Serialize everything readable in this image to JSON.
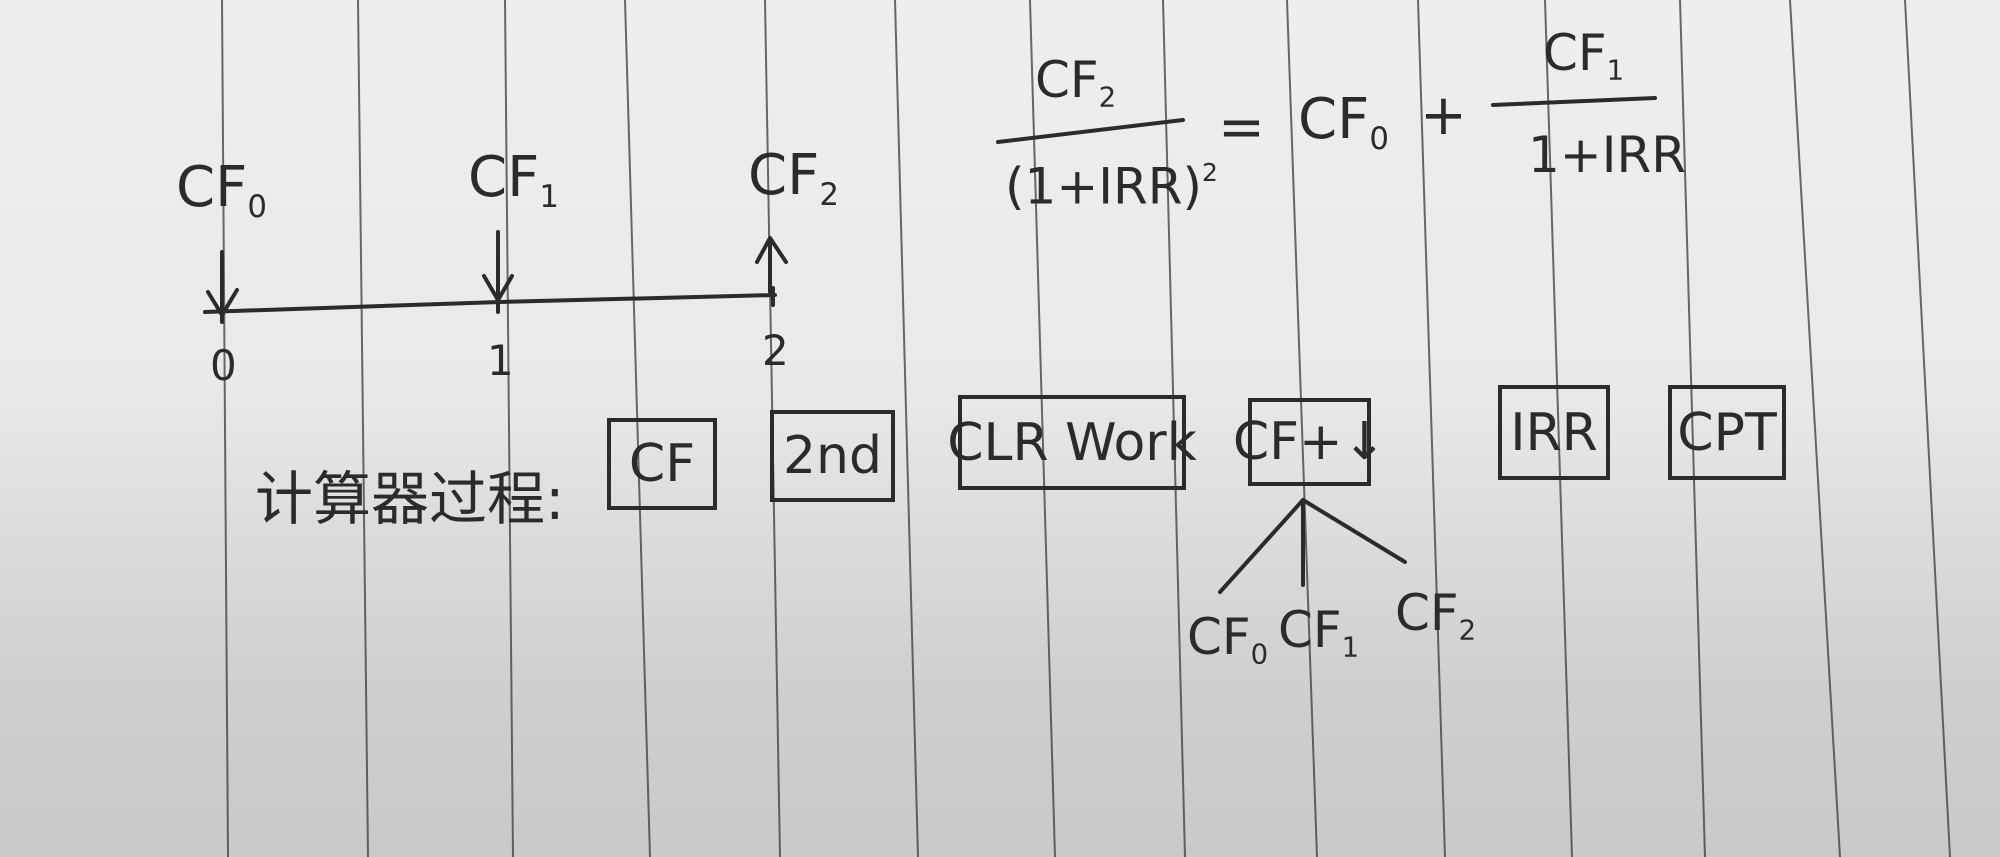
{
  "timeline": {
    "flows": [
      {
        "label": "CF",
        "sub": "0"
      },
      {
        "label": "CF",
        "sub": "1"
      },
      {
        "label": "CF",
        "sub": "2"
      }
    ],
    "periods": [
      "0",
      "1",
      "2"
    ]
  },
  "equation": {
    "lhs_num": "CF",
    "lhs_num_sub": "2",
    "lhs_den": "(1+IRR)",
    "lhs_den_exp": "2",
    "equals": "=",
    "rhs_term": "CF",
    "rhs_term_sub": "0",
    "plus": "+",
    "rhs_num": "CF",
    "rhs_num_sub": "1",
    "rhs_den": "1+IRR"
  },
  "process": {
    "label": "计算器过程:",
    "keys": [
      "CF",
      "2nd",
      "CLR Work",
      "CF+↓",
      "IRR",
      "CPT"
    ],
    "branches": [
      {
        "label": "CF",
        "sub": "0"
      },
      {
        "label": "CF",
        "sub": "1"
      },
      {
        "label": "CF",
        "sub": "2"
      }
    ]
  }
}
